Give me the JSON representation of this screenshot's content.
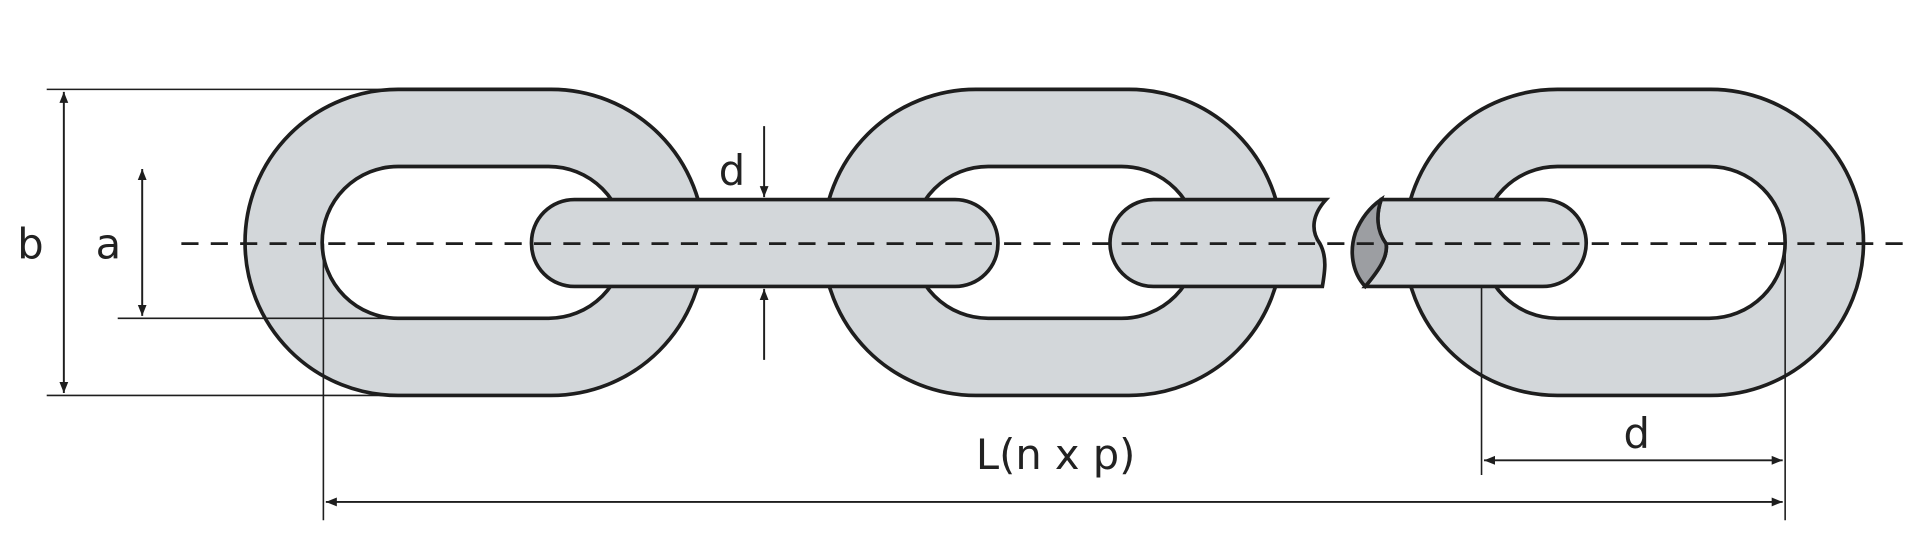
{
  "diagram": {
    "labels": {
      "outer_width": "b",
      "inner_width": "a",
      "material_diameter_top": "d",
      "length": "L(n x p)",
      "material_diameter_right": "d"
    },
    "colors": {
      "link_fill": "#d3d7da",
      "outline": "#1e1e1e",
      "cut_face": "#9c9ea2"
    }
  }
}
